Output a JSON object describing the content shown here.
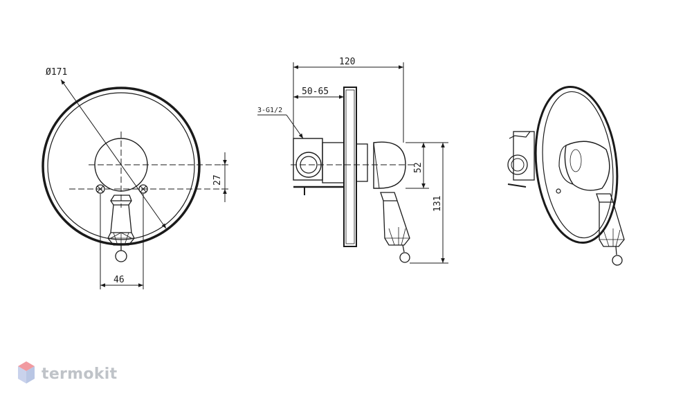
{
  "dimensions": {
    "plate_diameter": "Ø171",
    "hole_spacing": "46",
    "hole_offset": "27",
    "overall_depth": "120",
    "adjust_range": "50-65",
    "knob_height": "52",
    "total_height": "131"
  },
  "connection_note": "3-G1/2",
  "watermark": {
    "text": "termokit",
    "logo_icon": "hexagon-logo-icon"
  },
  "colors": {
    "line": "#1a1a1a",
    "watermark_text": "#bfc3c8",
    "logo_top": "#f19aa0",
    "logo_side": "#b9c6e4"
  }
}
